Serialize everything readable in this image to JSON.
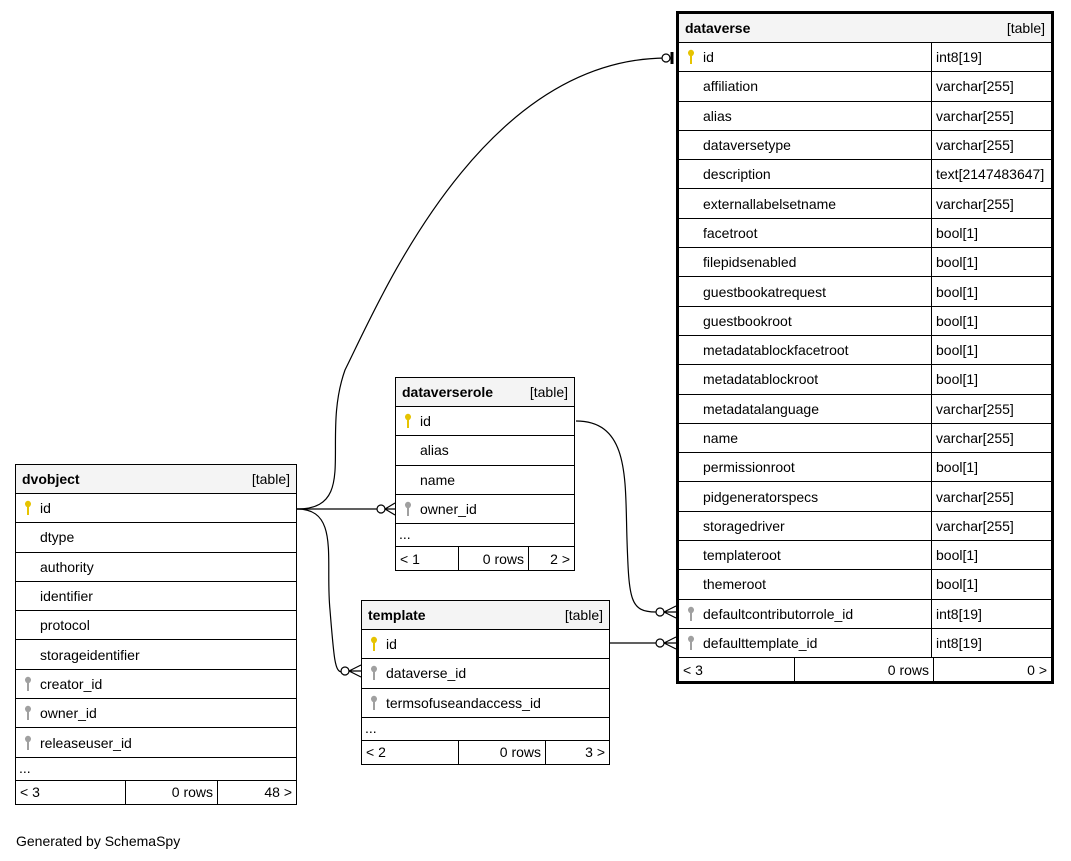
{
  "colors": {
    "primary_key": "#e6c300",
    "foreign_key": "#a0a0a0",
    "header_bg": "#f4f4f4"
  },
  "tables": {
    "dataverse": {
      "name": "dataverse",
      "kind": "[table]",
      "columns": [
        {
          "name": "id",
          "type": "int8[19]",
          "key": "primary"
        },
        {
          "name": "affiliation",
          "type": "varchar[255]",
          "key": ""
        },
        {
          "name": "alias",
          "type": "varchar[255]",
          "key": ""
        },
        {
          "name": "dataversetype",
          "type": "varchar[255]",
          "key": ""
        },
        {
          "name": "description",
          "type": "text[2147483647]",
          "key": ""
        },
        {
          "name": "externallabelsetname",
          "type": "varchar[255]",
          "key": ""
        },
        {
          "name": "facetroot",
          "type": "bool[1]",
          "key": ""
        },
        {
          "name": "filepidsenabled",
          "type": "bool[1]",
          "key": ""
        },
        {
          "name": "guestbookatrequest",
          "type": "bool[1]",
          "key": ""
        },
        {
          "name": "guestbookroot",
          "type": "bool[1]",
          "key": ""
        },
        {
          "name": "metadatablockfacetroot",
          "type": "bool[1]",
          "key": ""
        },
        {
          "name": "metadatablockroot",
          "type": "bool[1]",
          "key": ""
        },
        {
          "name": "metadatalanguage",
          "type": "varchar[255]",
          "key": ""
        },
        {
          "name": "name",
          "type": "varchar[255]",
          "key": ""
        },
        {
          "name": "permissionroot",
          "type": "bool[1]",
          "key": ""
        },
        {
          "name": "pidgeneratorspecs",
          "type": "varchar[255]",
          "key": ""
        },
        {
          "name": "storagedriver",
          "type": "varchar[255]",
          "key": ""
        },
        {
          "name": "templateroot",
          "type": "bool[1]",
          "key": ""
        },
        {
          "name": "themeroot",
          "type": "bool[1]",
          "key": ""
        },
        {
          "name": "defaultcontributorrole_id",
          "type": "int8[19]",
          "key": "foreign"
        },
        {
          "name": "defaulttemplate_id",
          "type": "int8[19]",
          "key": "foreign"
        }
      ],
      "footer": {
        "parents": "< 3",
        "rows": "0 rows",
        "children": "0 >"
      }
    },
    "dataverserole": {
      "name": "dataverserole",
      "kind": "[table]",
      "columns": [
        {
          "name": "id",
          "key": "primary"
        },
        {
          "name": "alias",
          "key": ""
        },
        {
          "name": "name",
          "key": ""
        },
        {
          "name": "owner_id",
          "key": "foreign"
        }
      ],
      "more": "...",
      "footer": {
        "parents": "< 1",
        "rows": "0 rows",
        "children": "2 >"
      }
    },
    "dvobject": {
      "name": "dvobject",
      "kind": "[table]",
      "columns": [
        {
          "name": "id",
          "key": "primary"
        },
        {
          "name": "dtype",
          "key": ""
        },
        {
          "name": "authority",
          "key": ""
        },
        {
          "name": "identifier",
          "key": ""
        },
        {
          "name": "protocol",
          "key": ""
        },
        {
          "name": "storageidentifier",
          "key": ""
        },
        {
          "name": "creator_id",
          "key": "foreign"
        },
        {
          "name": "owner_id",
          "key": "foreign"
        },
        {
          "name": "releaseuser_id",
          "key": "foreign"
        }
      ],
      "more": "...",
      "footer": {
        "parents": "< 3",
        "rows": "0 rows",
        "children": "48 >"
      }
    },
    "template": {
      "name": "template",
      "kind": "[table]",
      "columns": [
        {
          "name": "id",
          "key": "primary"
        },
        {
          "name": "dataverse_id",
          "key": "foreign"
        },
        {
          "name": "termsofuseandaccess_id",
          "key": "foreign"
        }
      ],
      "more": "...",
      "footer": {
        "parents": "< 2",
        "rows": "0 rows",
        "children": "3 >"
      }
    }
  },
  "generated_by": "Generated by SchemaSpy"
}
